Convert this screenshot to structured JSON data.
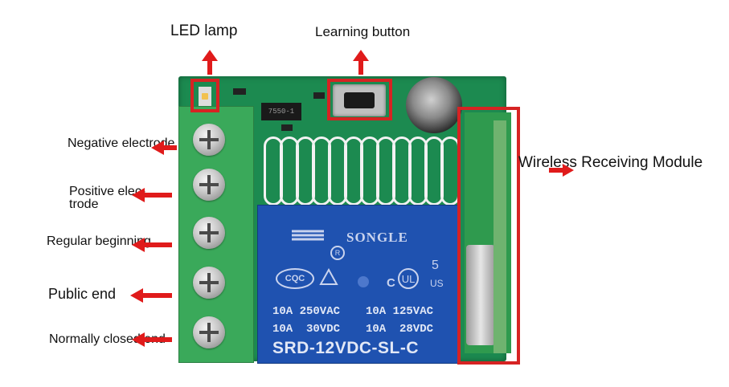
{
  "labels": {
    "led_lamp": "LED lamp",
    "learning_button": "Learning button",
    "negative_electrode": "Negative electrode",
    "positive_electrode_line1": "Positive elec-",
    "positive_electrode_line2": "trode",
    "regular_beginning": "Regular beginning",
    "public_end": "Public end",
    "normally_closed_end": "Normally closed end",
    "wireless_module": "Wireless Receiving Module"
  },
  "relay": {
    "brand": "SONGLE",
    "cert_left": "CQC",
    "cert_right_num": "5",
    "cert_right_c": "C",
    "cert_right_us": "US",
    "spec_row1_left": "10A 250VAC",
    "spec_row1_right": "10A 125VAC",
    "spec_row2_left": "10A  30VDC",
    "spec_row2_right": "10A  28VDC",
    "model": "SRD-12VDC-SL-C"
  },
  "board": {
    "chip_marking": "7550-1"
  },
  "colors": {
    "pcb": "#1f8a52",
    "terminal": "#3cae5c",
    "relay": "#1e4fae",
    "highlight": "#d62323",
    "arrow": "#e01b1b"
  }
}
